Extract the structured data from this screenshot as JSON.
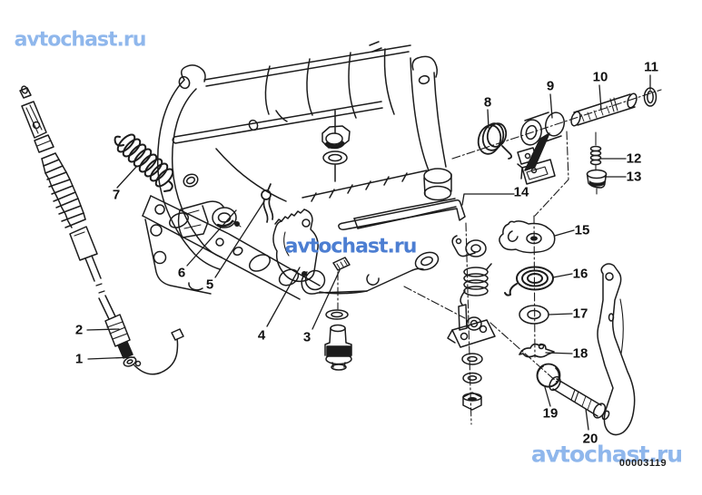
{
  "watermarks": {
    "top_left": "avtochast.ru",
    "center": "avtochast.ru",
    "bottom_right": "avtochast.ru"
  },
  "document_number": "00003119",
  "colors": {
    "background": "#ffffff",
    "ink": "#1c1c1c",
    "watermark_light": "#8fb7ec",
    "watermark_dark": "#4c7ed2"
  },
  "diagram": {
    "callouts": [
      "1",
      "2",
      "3",
      "4",
      "5",
      "6",
      "7",
      "8",
      "9",
      "10",
      "11",
      "12",
      "13",
      "14",
      "15",
      "16",
      "17",
      "18",
      "19",
      "20"
    ]
  }
}
